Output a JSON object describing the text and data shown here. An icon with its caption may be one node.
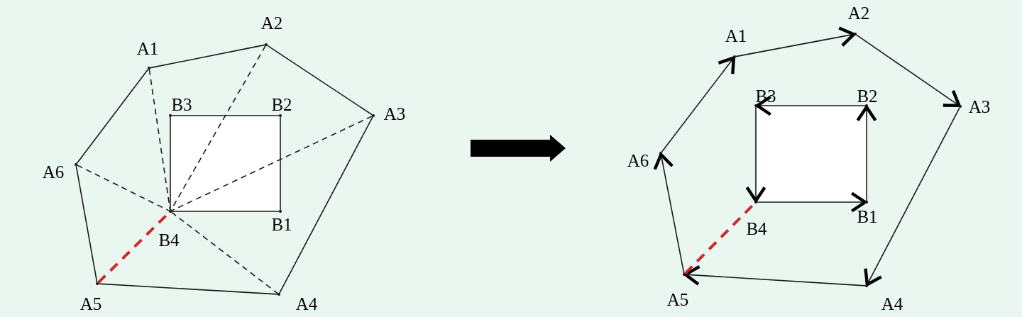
{
  "diagram": {
    "nodes": [
      {
        "text": [],
        "shape": "point",
        "beside": [
          "A1"
        ]
      },
      {
        "text": [],
        "shape": "point",
        "beside": [
          "A2"
        ]
      },
      {
        "text": [],
        "shape": "point",
        "beside": [
          "A3"
        ]
      },
      {
        "text": [],
        "shape": "point",
        "beside": [
          "A4"
        ]
      },
      {
        "text": [],
        "shape": "point",
        "beside": [
          "A5"
        ]
      },
      {
        "text": [],
        "shape": "point",
        "beside": [
          "A6"
        ]
      },
      {
        "text": [],
        "shape": "point",
        "beside": [
          "B1"
        ]
      },
      {
        "text": [],
        "shape": "point",
        "beside": [
          "B2"
        ]
      },
      {
        "text": [],
        "shape": "point",
        "beside": [
          "B3"
        ]
      },
      {
        "text": [],
        "shape": "point",
        "beside": [
          "B4"
        ]
      },
      {
        "text": [],
        "shape": "point",
        "beside": [
          "A1"
        ]
      },
      {
        "text": [],
        "shape": "point",
        "beside": [
          "A2"
        ]
      },
      {
        "text": [],
        "shape": "point",
        "beside": [
          "A3"
        ]
      },
      {
        "text": [],
        "shape": "point",
        "beside": [
          "A4"
        ]
      },
      {
        "text": [],
        "shape": "point",
        "beside": [
          "A5"
        ]
      },
      {
        "text": [],
        "shape": "point",
        "beside": [
          "A6"
        ]
      },
      {
        "text": [],
        "shape": "point",
        "beside": [
          "B1"
        ]
      },
      {
        "text": [],
        "shape": "point",
        "beside": [
          "B2"
        ]
      },
      {
        "text": [],
        "shape": "point",
        "beside": [
          "B3"
        ]
      },
      {
        "text": [],
        "shape": "point",
        "beside": [
          "B4"
        ]
      }
    ],
    "edges": [
      {
        "from": 0,
        "to": 1,
        "arrow": "none"
      },
      {
        "from": 1,
        "to": 2,
        "arrow": "none"
      },
      {
        "from": 2,
        "to": 3,
        "arrow": "none"
      },
      {
        "from": 3,
        "to": 4,
        "arrow": "none"
      },
      {
        "from": 4,
        "to": 5,
        "arrow": "none"
      },
      {
        "from": 5,
        "to": 0,
        "arrow": "none"
      },
      {
        "from": 6,
        "to": 7,
        "arrow": "none"
      },
      {
        "from": 7,
        "to": 8,
        "arrow": "none"
      },
      {
        "from": 8,
        "to": 9,
        "arrow": "none"
      },
      {
        "from": 9,
        "to": 6,
        "arrow": "none"
      },
      {
        "from": 0,
        "to": 9,
        "arrow": "none",
        "style": "dashed"
      },
      {
        "from": 1,
        "to": 9,
        "arrow": "none",
        "style": "dashed"
      },
      {
        "from": 2,
        "to": 9,
        "arrow": "none",
        "style": "dashed"
      },
      {
        "from": 5,
        "to": 9,
        "arrow": "none",
        "style": "dashed"
      },
      {
        "from": 9,
        "to": 3,
        "arrow": "none",
        "style": "dashed"
      },
      {
        "from": 4,
        "to": 9,
        "arrow": "none",
        "style": "dashed",
        "color": "#cc2a2a"
      },
      {
        "from": 10,
        "to": 11,
        "arrow": "to"
      },
      {
        "from": 11,
        "to": 12,
        "arrow": "to"
      },
      {
        "from": 12,
        "to": 13,
        "arrow": "to"
      },
      {
        "from": 13,
        "to": 14,
        "arrow": "to"
      },
      {
        "from": 14,
        "to": 15,
        "arrow": "to"
      },
      {
        "from": 15,
        "to": 10,
        "arrow": "to"
      },
      {
        "from": 19,
        "to": 16,
        "arrow": "to"
      },
      {
        "from": 16,
        "to": 17,
        "arrow": "to"
      },
      {
        "from": 17,
        "to": 18,
        "arrow": "to"
      },
      {
        "from": 18,
        "to": 19,
        "arrow": "to"
      },
      {
        "from": 14,
        "to": 19,
        "arrow": "none",
        "style": "dashed",
        "color": "#cc2a2a"
      }
    ]
  }
}
